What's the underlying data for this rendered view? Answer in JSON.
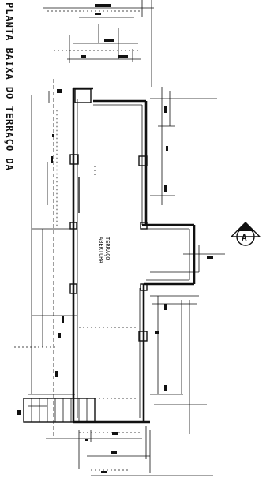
{
  "sheet": {
    "title": "PLANTA BAIXA DO TERRAÇO DA",
    "room_label_line1": "TERRAÇO",
    "room_label_line2": "ABERTURA",
    "section_marker_letter": "A"
  }
}
